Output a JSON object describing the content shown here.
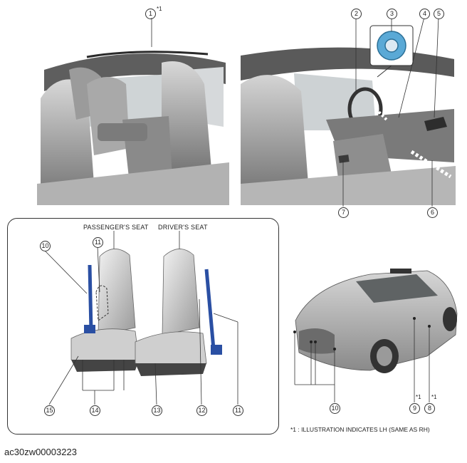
{
  "callouts": {
    "c1": "1",
    "c2": "2",
    "c3": "3",
    "c4": "4",
    "c5": "5",
    "c6": "6",
    "c7": "7",
    "c8": "8",
    "c9": "9",
    "c10a": "10",
    "c10b": "10",
    "c11a": "11",
    "c11b": "11",
    "c12": "12",
    "c13": "13",
    "c14": "14",
    "c15": "15"
  },
  "footnote_markers": {
    "m1": "*1",
    "m8": "*1",
    "m9": "*1"
  },
  "labels": {
    "passenger_seat": "PASSENGER'S SEAT",
    "driver_seat": "DRIVER'S SEAT"
  },
  "note": "*1 : ILLUSTRATION INDICATES LH (SAME AS RH)",
  "figure_code": "ac30zw00003223",
  "colors": {
    "seatbelt": "#2a4fa3",
    "sensor": "#5aa9d6",
    "interior": "#8d8d8d"
  }
}
